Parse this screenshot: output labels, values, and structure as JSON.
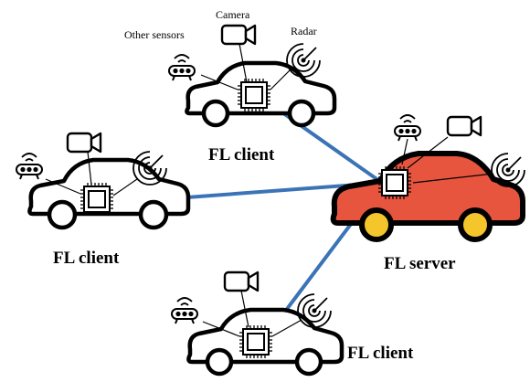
{
  "labels": {
    "camera": "Camera",
    "other_sensors": "Other sensors",
    "radar": "Radar"
  },
  "nodes": [
    {
      "id": "client-top",
      "label": "FL client",
      "role": "client",
      "body_color": "#ffffff",
      "wheel_color": "#ffffff"
    },
    {
      "id": "client-left",
      "label": "FL client",
      "role": "client",
      "body_color": "#ffffff",
      "wheel_color": "#ffffff"
    },
    {
      "id": "server",
      "label": "FL server",
      "role": "server",
      "body_color": "#e8553f",
      "wheel_color": "#f5c62b"
    },
    {
      "id": "client-bottom",
      "label": "FL client",
      "role": "client",
      "body_color": "#ffffff",
      "wheel_color": "#ffffff"
    }
  ],
  "links": [
    {
      "from": "client-top",
      "to": "server"
    },
    {
      "from": "client-left",
      "to": "server"
    },
    {
      "from": "client-bottom",
      "to": "server"
    }
  ],
  "colors": {
    "link": "#3b74b6",
    "outline": "#000000"
  }
}
